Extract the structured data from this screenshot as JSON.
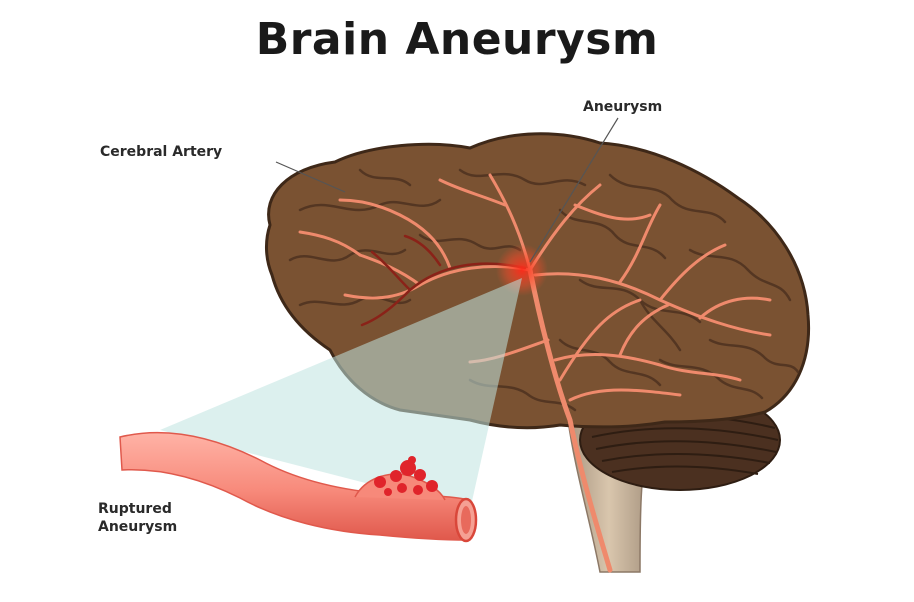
{
  "title": "Brain Aneurysm",
  "labels": {
    "cerebral_artery": "Cerebral Artery",
    "aneurysm": "Aneurysm",
    "ruptured_line1": "Ruptured",
    "ruptured_line2": "Aneurysm"
  },
  "colors": {
    "brain": "#7a5232",
    "brain_dark": "#4e3220",
    "artery": "#ef8a6c",
    "vessel": "#f7897a",
    "blood": "#e0242b",
    "cerebellum": "#4b3020",
    "stem": "#c9b49a",
    "magnifier": "#bfe3e0"
  }
}
